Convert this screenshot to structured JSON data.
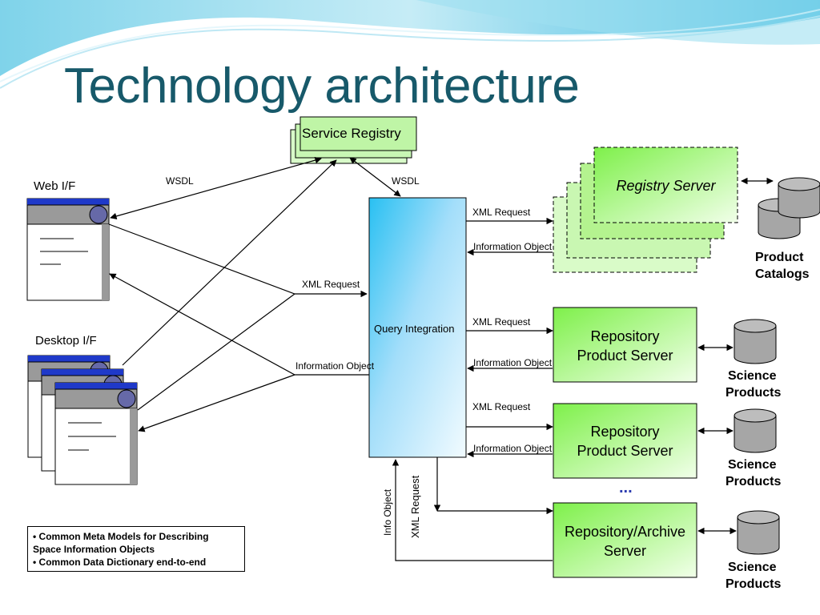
{
  "slide": {
    "title": "Technology architecture"
  },
  "service_registry": {
    "label": "Service Registry"
  },
  "interfaces": {
    "web": "Web I/F",
    "desktop": "Desktop I/F"
  },
  "query": {
    "label": "Query Integration"
  },
  "registry_server": {
    "label": "Registry Server",
    "store_label_1": "Product",
    "store_label_2": "Catalogs"
  },
  "repo_servers": [
    {
      "line1": "Repository",
      "line2": "Product Server",
      "store1": "Science",
      "store2": "Products"
    },
    {
      "line1": "Repository",
      "line2": "Product Server",
      "store1": "Science",
      "store2": "Products"
    },
    {
      "line1": "Repository/Archive",
      "line2": "Server",
      "store1": "Science",
      "store2": "Products"
    }
  ],
  "ellipsis": "...",
  "flow_labels": {
    "wsdl_left": "WSDL",
    "wsdl_right": "WSDL",
    "xml_request": "XML Request",
    "information_object": "Information Object",
    "info_object": "Info Object"
  },
  "notes": [
    "• Common Meta Models for Describing",
    "Space Information Objects",
    "• Common Data Dictionary end-to-end"
  ],
  "colors": {
    "title": "#17596a",
    "green_box": "#8ef25e",
    "query_gradient_top": "#29c0f2",
    "window_bar": "#1f39c9",
    "window_gray": "#9a9a9a",
    "cylinder": "#a6a6a6"
  }
}
